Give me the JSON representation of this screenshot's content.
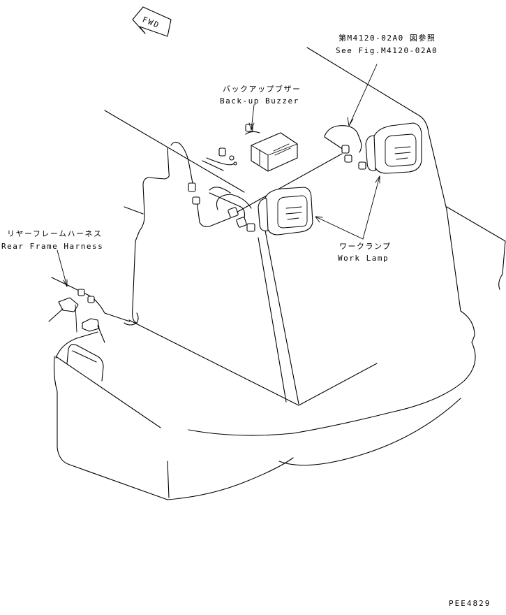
{
  "labels": {
    "fwd": "FWD",
    "see_fig_jp": "第M4120-02A0 図参照",
    "see_fig_en": "See Fig.M4120-02A0",
    "backup_buzzer_jp": "バックアップブザー",
    "backup_buzzer_en": "Back-up Buzzer",
    "rear_frame_harness_jp": "リヤーフレームハーネス",
    "rear_frame_harness_en": "Rear Frame Harness",
    "work_lamp_jp": "ワークランプ",
    "work_lamp_en": "Work Lamp",
    "drawing_code": "PEE4829"
  }
}
